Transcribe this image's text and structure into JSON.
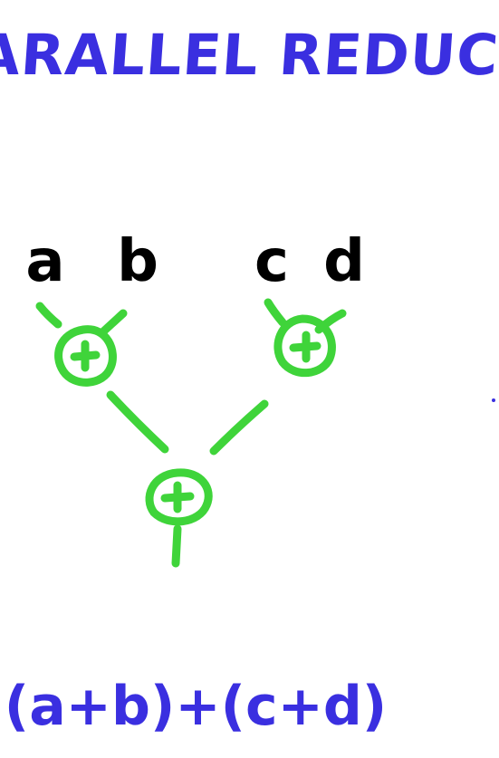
{
  "title": "PARALLEL REDUCE",
  "inputs": {
    "a": "a",
    "b": "b",
    "c": "c",
    "d": "d"
  },
  "operator_symbol": "+",
  "expression": "(a+b)+(c+d)",
  "colors": {
    "title": "#3a2fe0",
    "variables": "#000000",
    "tree": "#3fd43a",
    "expression": "#3a2fe0"
  }
}
